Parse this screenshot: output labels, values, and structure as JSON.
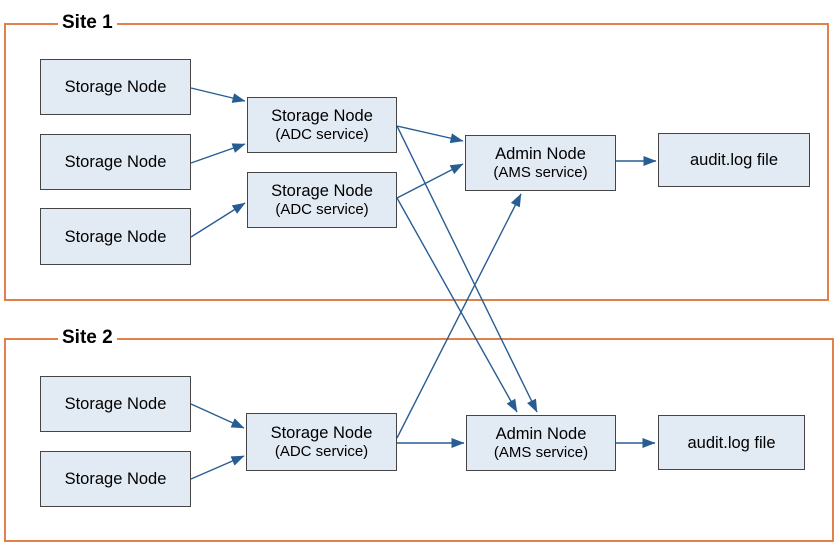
{
  "diagram": {
    "colors": {
      "site_border": "#e0804a",
      "arrow": "#275d92",
      "node_fill": "#e2eaf4",
      "node_border": "#454545"
    },
    "site1": {
      "title": "Site 1",
      "nodes": {
        "sn1": {
          "label": "Storage Node"
        },
        "sn2": {
          "label": "Storage Node"
        },
        "sn3": {
          "label": "Storage Node"
        },
        "adc1": {
          "label": "Storage Node",
          "sublabel": "(ADC service)"
        },
        "adc2": {
          "label": "Storage Node",
          "sublabel": "(ADC service)"
        },
        "admin": {
          "label": "Admin Node",
          "sublabel": "(AMS service)"
        },
        "audit": {
          "label": "audit.log file"
        }
      }
    },
    "site2": {
      "title": "Site 2",
      "nodes": {
        "sn1": {
          "label": "Storage Node"
        },
        "sn2": {
          "label": "Storage Node"
        },
        "adc": {
          "label": "Storage Node",
          "sublabel": "(ADC service)"
        },
        "admin": {
          "label": "Admin Node",
          "sublabel": "(AMS service)"
        },
        "audit": {
          "label": "audit.log file"
        }
      }
    },
    "edges": [
      {
        "from": "site1-storage-1",
        "to": "site1-storage-adc-1"
      },
      {
        "from": "site1-storage-2",
        "to": "site1-storage-adc-1"
      },
      {
        "from": "site1-storage-3",
        "to": "site1-storage-adc-2"
      },
      {
        "from": "site1-storage-adc-1",
        "to": "site1-admin"
      },
      {
        "from": "site1-storage-adc-2",
        "to": "site1-admin"
      },
      {
        "from": "site1-storage-adc-1",
        "to": "site2-admin"
      },
      {
        "from": "site1-storage-adc-2",
        "to": "site2-admin"
      },
      {
        "from": "site1-admin",
        "to": "site1-audit-log"
      },
      {
        "from": "site2-storage-1",
        "to": "site2-storage-adc"
      },
      {
        "from": "site2-storage-2",
        "to": "site2-storage-adc"
      },
      {
        "from": "site2-storage-adc",
        "to": "site2-admin"
      },
      {
        "from": "site2-storage-adc",
        "to": "site1-admin"
      },
      {
        "from": "site2-admin",
        "to": "site2-audit-log"
      }
    ]
  }
}
